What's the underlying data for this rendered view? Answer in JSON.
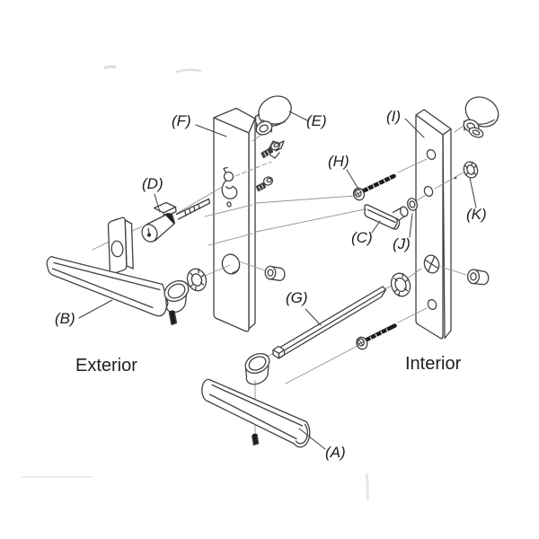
{
  "diagram": {
    "labels": {
      "A": "(A)",
      "B": "(B)",
      "C": "(C)",
      "D": "(D)",
      "E": "(E)",
      "F": "(F)",
      "G": "(G)",
      "H": "(H)",
      "I": "(I)",
      "J": "(J)",
      "K": "(K)"
    },
    "side_labels": {
      "exterior": "Exterior",
      "interior": "Interior"
    },
    "colors": {
      "line": "#414141",
      "axis_line": "#909090",
      "label_text": "#1b1b1b",
      "screw_fill": "#1c1c1c",
      "background": "#ffffff"
    }
  }
}
